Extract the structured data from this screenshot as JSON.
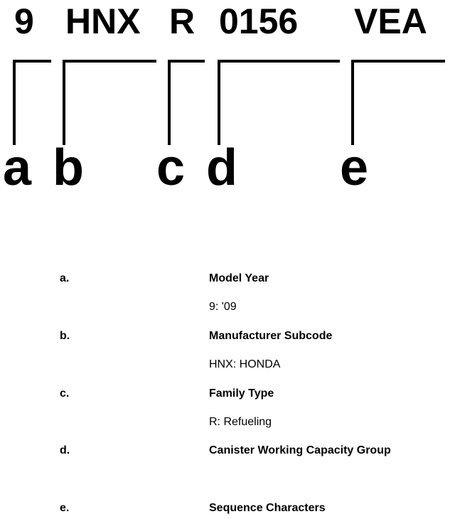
{
  "code": {
    "parts": [
      "9",
      "HNX",
      "R",
      "0156",
      "VEA"
    ]
  },
  "letters": [
    "a",
    "b",
    "c",
    "d",
    "e"
  ],
  "legend": [
    {
      "key": "a.",
      "title": "Model Year",
      "value": "9: '09"
    },
    {
      "key": "b.",
      "title": "Manufacturer Subcode",
      "value": "HNX: HONDA"
    },
    {
      "key": "c.",
      "title": "Family Type",
      "value": "R: Refueling"
    },
    {
      "key": "d.",
      "title": "Canister Working Capacity Group",
      "value": ""
    },
    {
      "key": "e.",
      "title": "Sequence Characters",
      "value": ""
    }
  ]
}
